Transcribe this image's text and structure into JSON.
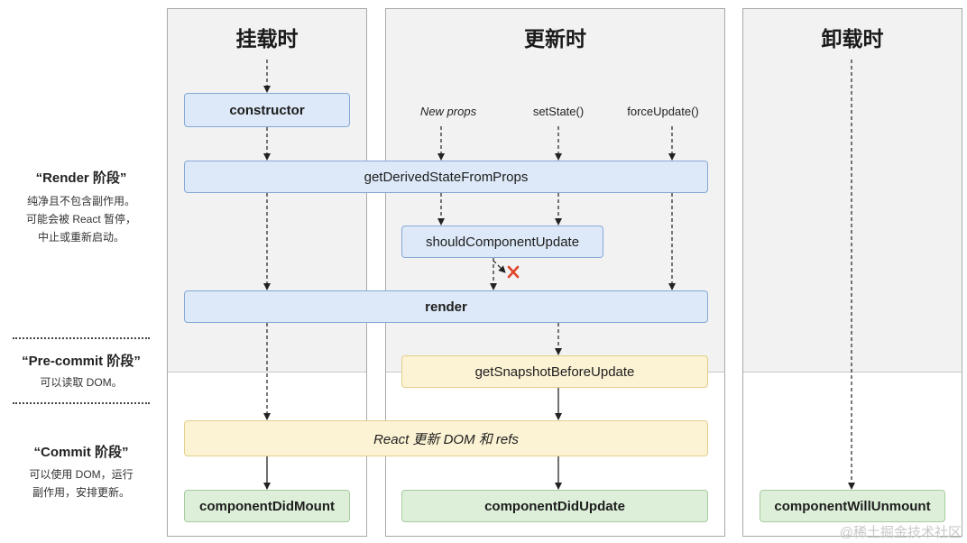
{
  "columns": {
    "mount": {
      "title": "挂载时"
    },
    "update": {
      "title": "更新时"
    },
    "unmount": {
      "title": "卸载时"
    }
  },
  "phases": {
    "render": {
      "title": "“Render 阶段”",
      "lines": [
        "纯净且不包含副作用。",
        "可能会被 React 暂停，",
        "中止或重新启动。"
      ]
    },
    "precommit": {
      "title": "“Pre-commit 阶段”",
      "lines": [
        "可以读取 DOM。"
      ]
    },
    "commit": {
      "title": "“Commit 阶段”",
      "lines": [
        "可以使用 DOM，运行",
        "副作用，安排更新。"
      ]
    }
  },
  "triggers": {
    "new_props": "New props",
    "set_state": "setState()",
    "force_update": "forceUpdate()"
  },
  "methods": {
    "constructor": "constructor",
    "get_derived_state": "getDerivedStateFromProps",
    "should_update": "shouldComponentUpdate",
    "render": "render",
    "get_snapshot": "getSnapshotBeforeUpdate",
    "react_update_dom": "React 更新 DOM 和 refs",
    "did_mount": "componentDidMount",
    "did_update": "componentDidUpdate",
    "will_unmount": "componentWillUnmount"
  },
  "watermark": "@稀土掘金技术社区",
  "colors": {
    "render_phase_box": "#dde9f8",
    "precommit_phase_box": "#fcf3d4",
    "commit_phase_box": "#ddefd9",
    "cancel_mark": "#e0442b"
  }
}
